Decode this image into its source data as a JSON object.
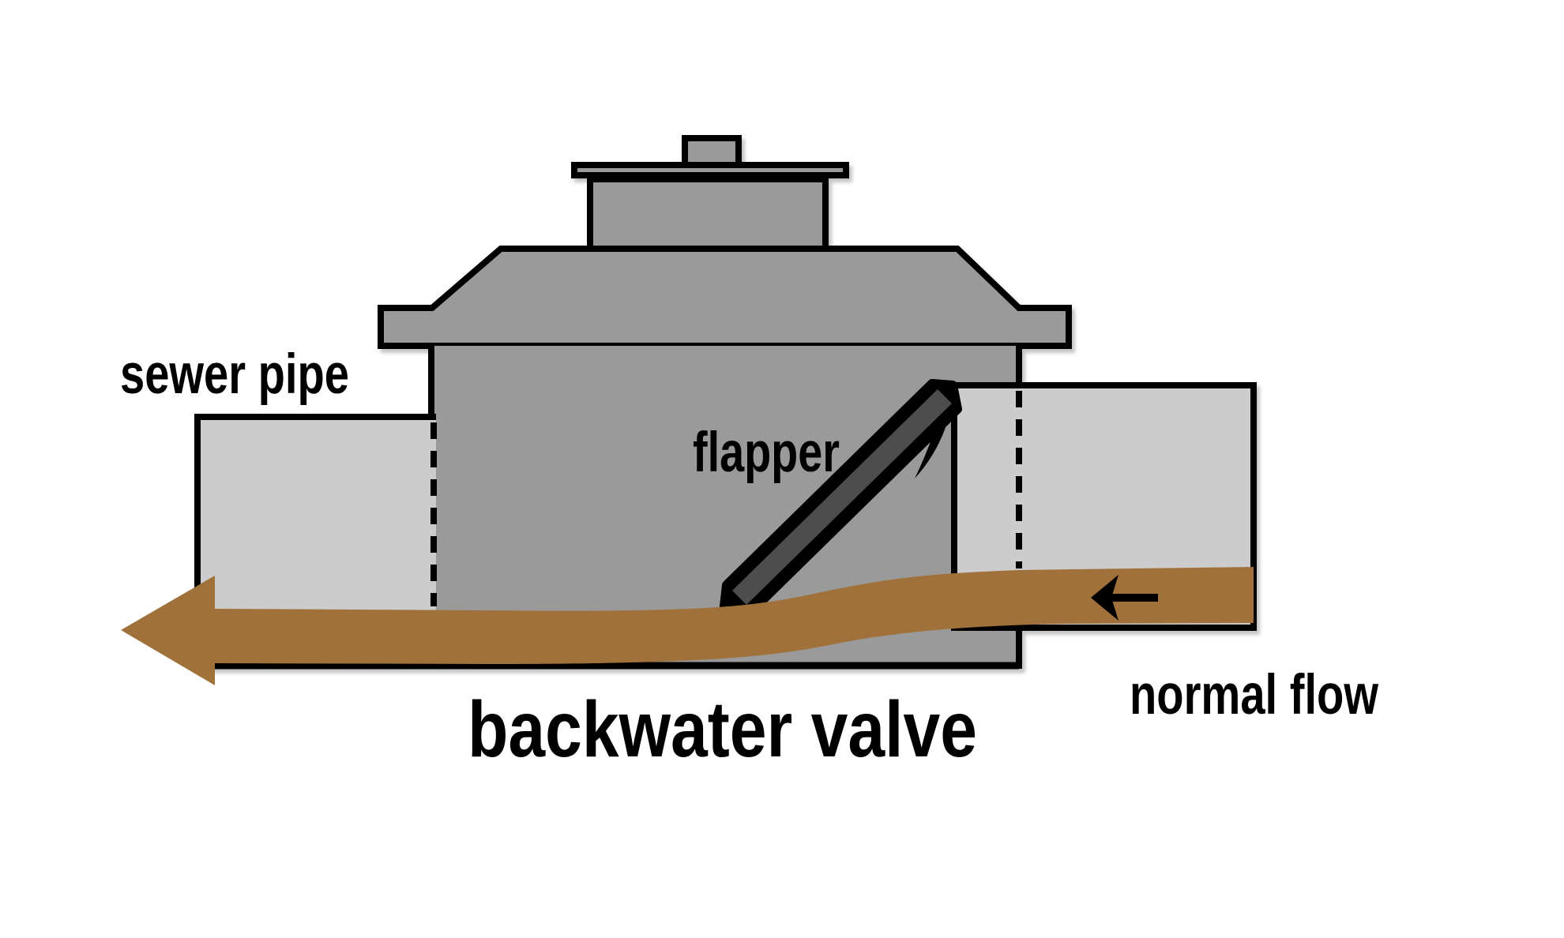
{
  "diagram": {
    "type": "technical-illustration",
    "title": "backwater valve",
    "labels": {
      "sewer_pipe": "sewer pipe",
      "flapper": "flapper",
      "valve_name": "backwater valve",
      "normal_flow": "normal flow"
    },
    "icons": {
      "main_flow_arrow": "large-left-arrow",
      "direction_arrow": "small-left-arrow"
    },
    "colors": {
      "background": "#ffffff",
      "valve_body_gray": "#9a9a9a",
      "pipe_gray": "#cccccc",
      "flapper_dark_gray": "#4d4d4d",
      "sewage_brown": "#a0713a",
      "outline_black": "#000000"
    }
  }
}
